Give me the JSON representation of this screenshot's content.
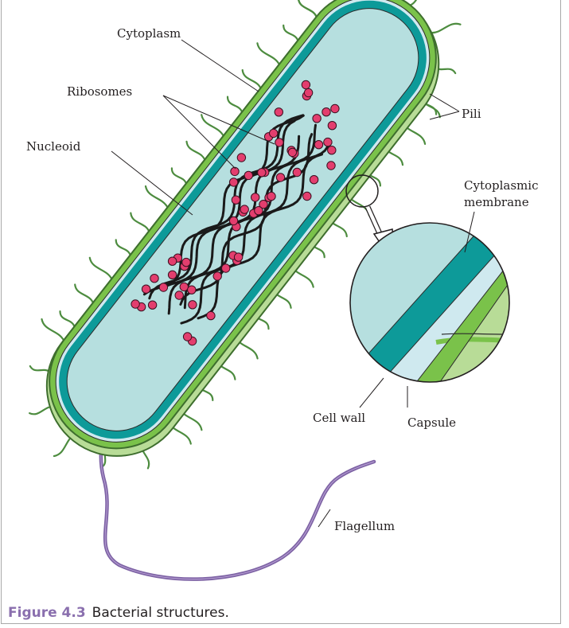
{
  "labels": {
    "cytoplasm": "Cytoplasm",
    "ribosomes": "Ribosomes",
    "nucleoid": "Nucleoid",
    "pili": "Pili",
    "cytoplasmic_membrane_line1": "Cytoplasmic",
    "cytoplasmic_membrane_line2": "membrane",
    "cell_wall": "Cell wall",
    "capsule": "Capsule",
    "flagellum": "Flagellum"
  },
  "caption": {
    "number": "Figure 4.3",
    "text": "Bacterial structures."
  },
  "colors": {
    "capsule_green": "#7ac24a",
    "capsule_light": "#b8dc97",
    "membrane_teal": "#0d9a99",
    "cytoplasm_fill": "#b6dfdf",
    "cell_wall_light": "#cfe9ef",
    "ribosome_pink": "#e33e6e",
    "flagellum_purple": "#7d62a4",
    "pili_green": "#4d8c3f",
    "caption_accent": "#8a6fae"
  }
}
